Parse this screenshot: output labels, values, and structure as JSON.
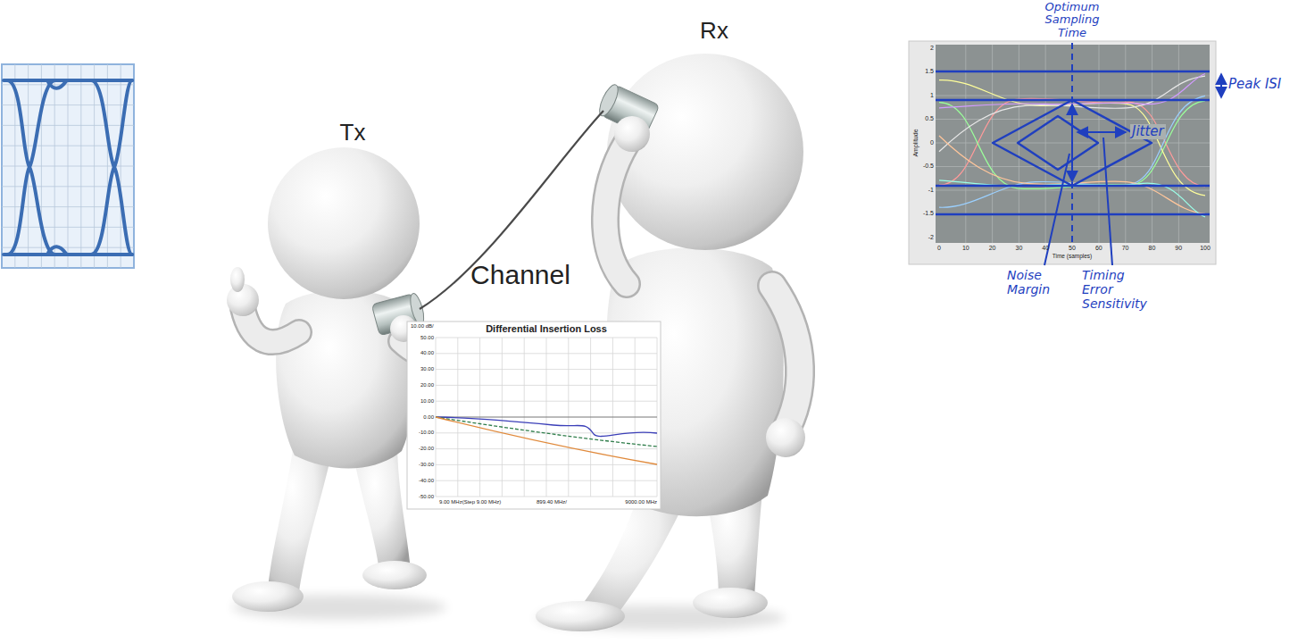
{
  "diagram": {
    "labels": [
      "Tx",
      "Rx",
      "Channel",
      "Differential Insertion Loss",
      "10.00 dB/",
      "50.00",
      "40.00",
      "30.00",
      "20.00",
      "10.00",
      "0.00",
      "-10.00",
      "-20.00",
      "-30.00",
      "-40.00",
      "-50.00",
      "9.00 MHz(Step 9.00 MHz)",
      "899.40 MHz/",
      "9000.00 MHz",
      "Optimum Sampling Time",
      "Peak ISI",
      "2",
      "1.5",
      "1",
      "0.5",
      "0",
      "-0.5",
      "-1",
      "-1.5",
      "-2",
      "Amplitude",
      "0",
      "10",
      "20",
      "30",
      "40",
      "50",
      "60",
      "70",
      "80",
      "90",
      "100",
      "Time (samples)",
      "Jitter",
      "Noise Margin",
      "Timing Error Sensitivity"
    ]
  }
}
